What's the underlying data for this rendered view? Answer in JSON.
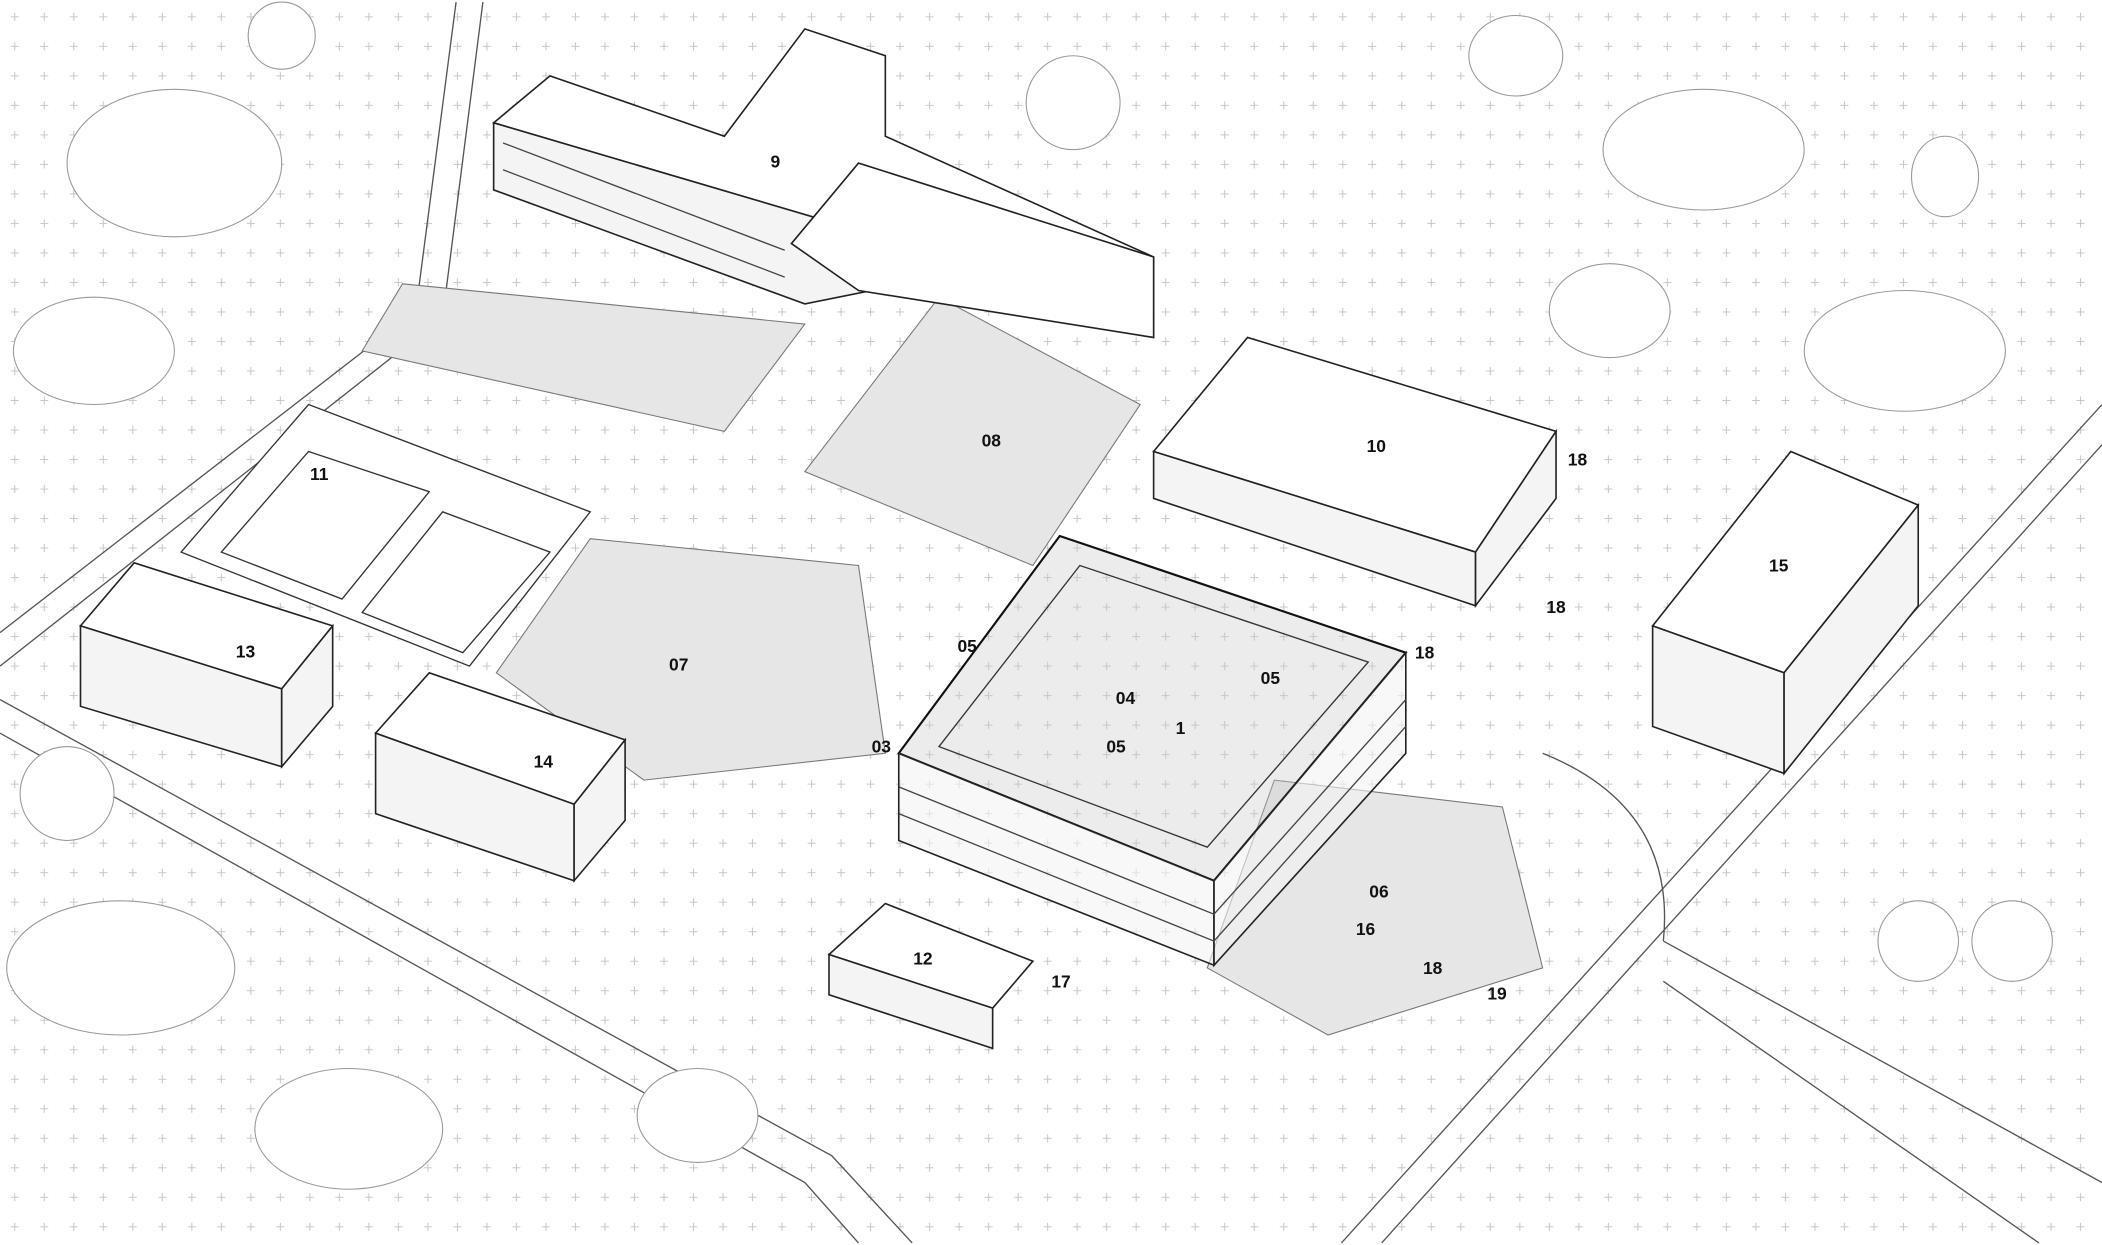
{
  "drawing": {
    "type": "axonometric site plan",
    "labels": {
      "b1": "1",
      "b9": "9",
      "b10": "10",
      "b11": "11",
      "b12": "12",
      "b13": "13",
      "b14": "14",
      "b15": "15",
      "a03": "03",
      "a04": "04",
      "a05a": "05",
      "a05b": "05",
      "a05c": "05",
      "a06": "06",
      "a07": "07",
      "a08": "08",
      "a16": "16",
      "a17": "17",
      "a18a": "18",
      "a18b": "18",
      "a18c": "18",
      "a18d": "18",
      "a19": "19"
    }
  }
}
